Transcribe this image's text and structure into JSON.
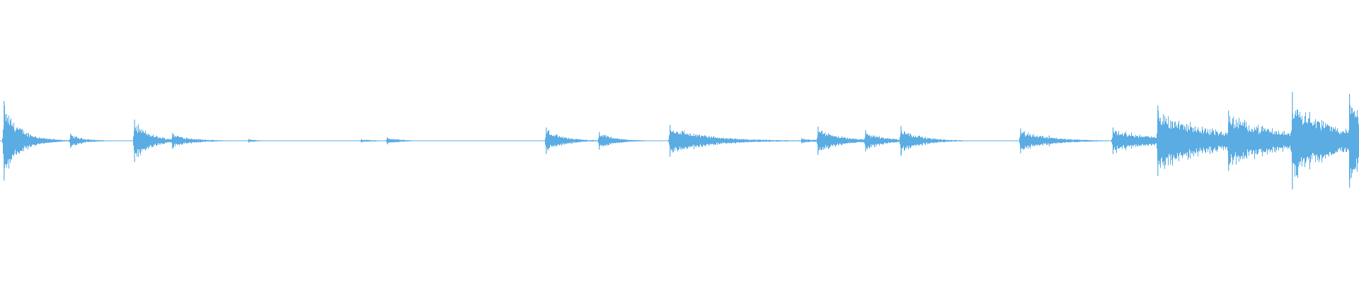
{
  "waveform": {
    "color": "#5aace3",
    "background": "#ffffff",
    "amplitude_range": [
      -1,
      1
    ],
    "peaks": [
      {
        "t": 0.003,
        "a": 0.45,
        "decay": 0.012
      },
      {
        "t": 0.052,
        "a": 0.08,
        "decay": 0.01
      },
      {
        "t": 0.099,
        "a": 0.24,
        "decay": 0.012
      },
      {
        "t": 0.127,
        "a": 0.09,
        "decay": 0.014
      },
      {
        "t": 0.183,
        "a": 0.02,
        "decay": 0.008
      },
      {
        "t": 0.266,
        "a": 0.02,
        "decay": 0.01
      },
      {
        "t": 0.285,
        "a": 0.04,
        "decay": 0.01
      },
      {
        "t": 0.402,
        "a": 0.15,
        "decay": 0.012
      },
      {
        "t": 0.441,
        "a": 0.1,
        "decay": 0.012
      },
      {
        "t": 0.493,
        "a": 0.18,
        "decay": 0.028
      },
      {
        "t": 0.59,
        "a": 0.03,
        "decay": 0.01
      },
      {
        "t": 0.602,
        "a": 0.16,
        "decay": 0.016
      },
      {
        "t": 0.637,
        "a": 0.12,
        "decay": 0.014
      },
      {
        "t": 0.663,
        "a": 0.17,
        "decay": 0.014
      },
      {
        "t": 0.751,
        "a": 0.14,
        "decay": 0.02
      },
      {
        "t": 0.772,
        "a": 0.06,
        "decay": 0.012
      },
      {
        "t": 0.819,
        "a": 0.15,
        "decay": 0.03
      },
      {
        "t": 0.852,
        "a": 0.4,
        "decay": 0.04
      },
      {
        "t": 0.892,
        "a": 0.14,
        "decay": 0.016
      },
      {
        "t": 0.904,
        "a": 0.34,
        "decay": 0.04
      },
      {
        "t": 0.951,
        "a": 0.55,
        "decay": 0.03
      },
      {
        "t": 0.993,
        "a": 0.53,
        "decay": 0.03
      }
    ]
  }
}
